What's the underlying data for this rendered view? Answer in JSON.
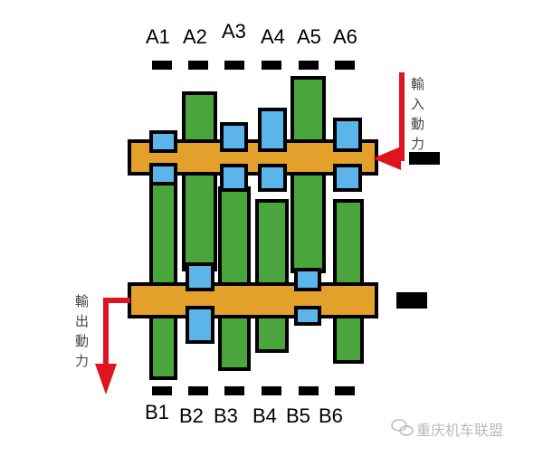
{
  "top_labels": [
    "A1",
    "A2",
    "A3",
    "A4",
    "A5",
    "A6"
  ],
  "bottom_labels": [
    "B1",
    "B2",
    "B3",
    "B4",
    "B5",
    "B6"
  ],
  "input_text": [
    "輸",
    "入",
    "動",
    "力"
  ],
  "output_text": [
    "輸",
    "出",
    "動",
    "力"
  ],
  "watermark": "重庆机车联盟",
  "colors": {
    "shaft": "#e3a02a",
    "gear_green": "#4aa63c",
    "gear_blue": "#5bb4ea",
    "arrow": "#e0141e"
  }
}
